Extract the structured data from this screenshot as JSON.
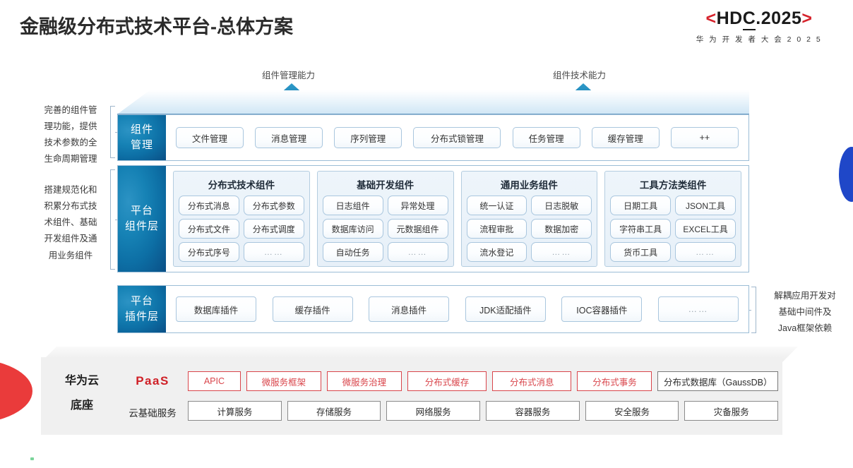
{
  "header": {
    "title": "金融级分布式技术平台-总体方案",
    "logo": {
      "bracket_left": "<",
      "main": "HDC.2025",
      "main_prefix": "HD",
      "main_underlined": "C",
      "main_suffix": ".2025",
      "bracket_right": ">",
      "subtitle": "华 为 开 发 者 大 会 2 0 2 5",
      "accent_color": "#d6232c"
    }
  },
  "capabilities": [
    {
      "label": "组件管理能力",
      "arrow": "up-arrow-icon"
    },
    {
      "label": "组件技术能力",
      "arrow": "up-arrow-icon"
    }
  ],
  "left_notes": [
    "完善的组件管\n理功能，提供\n技术参数的全\n生命周期管理",
    "搭建规范化和\n积累分布式技\n术组件、基础\n开发组件及通\n用业务组件"
  ],
  "right_notes": [
    "解耦应用开发对\n基础中间件及\nJava框架依赖"
  ],
  "rows": {
    "manage": {
      "tab": "组件\n管理",
      "tab_line1": "组件",
      "tab_line2": "管理",
      "items": [
        {
          "label": "文件管理",
          "width": 96
        },
        {
          "label": "消息管理",
          "width": 96
        },
        {
          "label": "序列管理",
          "width": 96
        },
        {
          "label": "分布式锁管理",
          "width": 124
        },
        {
          "label": "任务管理",
          "width": 96
        },
        {
          "label": "缓存管理",
          "width": 96
        },
        {
          "label": "++",
          "width": 96
        }
      ]
    },
    "platform": {
      "tab_line1": "平台",
      "tab_line2": "组件层",
      "groups": [
        {
          "title": "分布式技术组件",
          "items": [
            "分布式消息",
            "分布式参数",
            "分布式文件",
            "分布式调度",
            "分布式序号",
            "……"
          ]
        },
        {
          "title": "基础开发组件",
          "items": [
            "日志组件",
            "异常处理",
            "数据库访问",
            "元数据组件",
            "自动任务",
            "……"
          ]
        },
        {
          "title": "通用业务组件",
          "items": [
            "统一认证",
            "日志脱敏",
            "流程审批",
            "数据加密",
            "流水登记",
            "……"
          ]
        },
        {
          "title": "工具方法类组件",
          "items": [
            "日期工具",
            "JSON工具",
            "字符串工具",
            "EXCEL工具",
            "货币工具",
            "……"
          ]
        }
      ]
    },
    "plugin": {
      "tab_line1": "平台",
      "tab_line2": "插件层",
      "items": [
        {
          "label": "数据库插件",
          "width": 114
        },
        {
          "label": "缓存插件",
          "width": 114
        },
        {
          "label": "消息插件",
          "width": 114
        },
        {
          "label": "JDK适配插件",
          "width": 114
        },
        {
          "label": "IOC容器插件",
          "width": 114
        },
        {
          "label": "……",
          "width": 114
        }
      ]
    }
  },
  "base": {
    "left_label_line1": "华为云",
    "left_label_line2": "底座",
    "paas_label": "PaaS",
    "cloud_label": "云基础服务",
    "paas_items": [
      {
        "label": "APIC",
        "style": "red",
        "flex": 0.7
      },
      {
        "label": "微服务框架",
        "style": "red",
        "flex": 1.0
      },
      {
        "label": "微服务治理",
        "style": "red",
        "flex": 1.0
      },
      {
        "label": "分布式缓存",
        "style": "red",
        "flex": 1.06
      },
      {
        "label": "分布式消息",
        "style": "red",
        "flex": 1.06
      },
      {
        "label": "分布式事务",
        "style": "red",
        "flex": 1.0
      },
      {
        "label": "分布式数据库（GaussDB）",
        "style": "neutral",
        "flex": 1.62
      }
    ],
    "cloud_items": [
      "计算服务",
      "存储服务",
      "网络服务",
      "容器服务",
      "安全服务",
      "灾备服务"
    ],
    "paas_accent_color": "#d9454b"
  },
  "decor": {
    "red_wedge_color": "#ea3b3b",
    "blue_lens_color": "#1f47c8",
    "panel_tab_color": "#1682b5"
  }
}
